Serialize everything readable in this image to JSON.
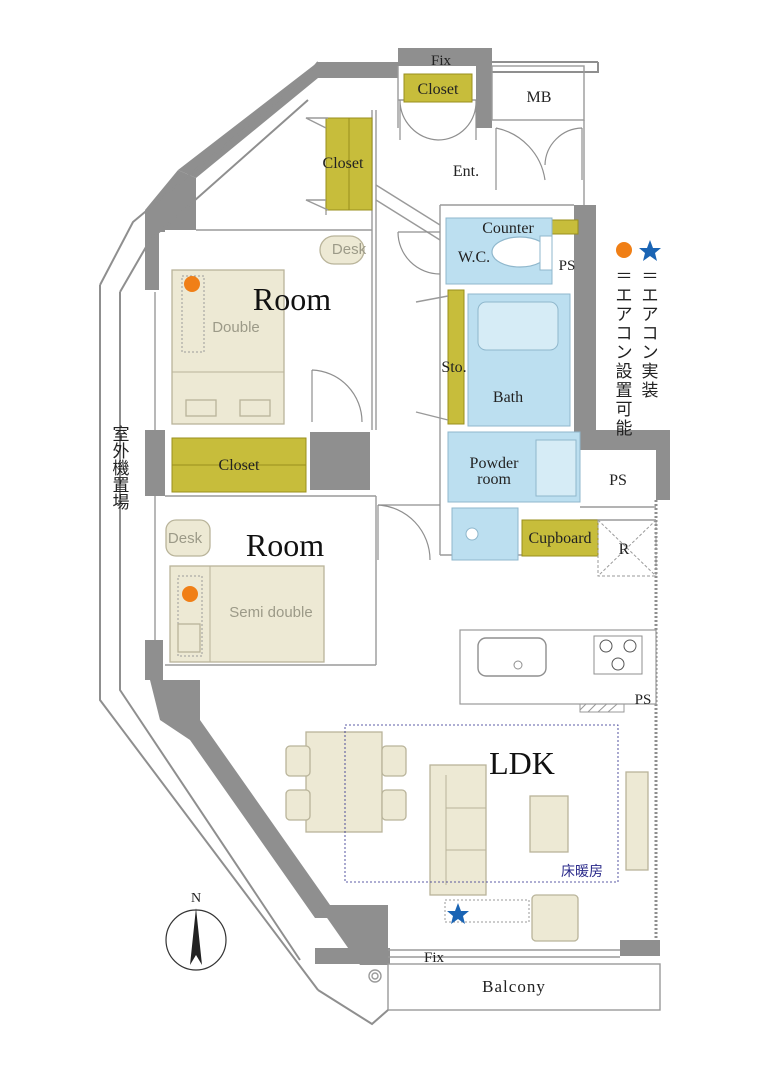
{
  "labels": {
    "fix_top": "Fix",
    "closet_top": "Closet",
    "mb": "MB",
    "closet_upper": "Closet",
    "ent": "Ent.",
    "counter": "Counter",
    "wc": "W.C.",
    "ps_wc": "PS",
    "desk_1": "Desk",
    "room_1": "Room",
    "double": "Double",
    "sto": "Sto.",
    "bath": "Bath",
    "closet_middle": "Closet",
    "powder_room_line1": "Powder",
    "powder_room_line2": "room",
    "ps_right": "PS",
    "desk_2": "Desk",
    "room_2": "Room",
    "cupboard": "Cupboard",
    "r": "R",
    "semi_double": "Semi double",
    "ps_kitchen": "PS",
    "ldk": "LDK",
    "floor_heating": "床暖房",
    "fix_bottom": "Fix",
    "balcony": "Balcony",
    "north": "N",
    "outdoor_unit": [
      "室",
      "外",
      "機",
      "置",
      "場"
    ]
  },
  "legend": {
    "star_text": [
      "＝",
      "エ",
      "ア",
      "コ",
      "ン",
      "実",
      "装"
    ],
    "dot_text": [
      "＝",
      "エ",
      "ア",
      "コ",
      "ン",
      "設",
      "置",
      "可",
      "能"
    ],
    "star_color": "#1a64b4",
    "dot_color": "#f07f16"
  },
  "colors": {
    "wall": "#8f8f8f",
    "closet": "#c7bd3b",
    "wet_area": "#bcdff0",
    "furniture": "#ede9d4",
    "floor_heating_text": "#2a2a8a"
  }
}
